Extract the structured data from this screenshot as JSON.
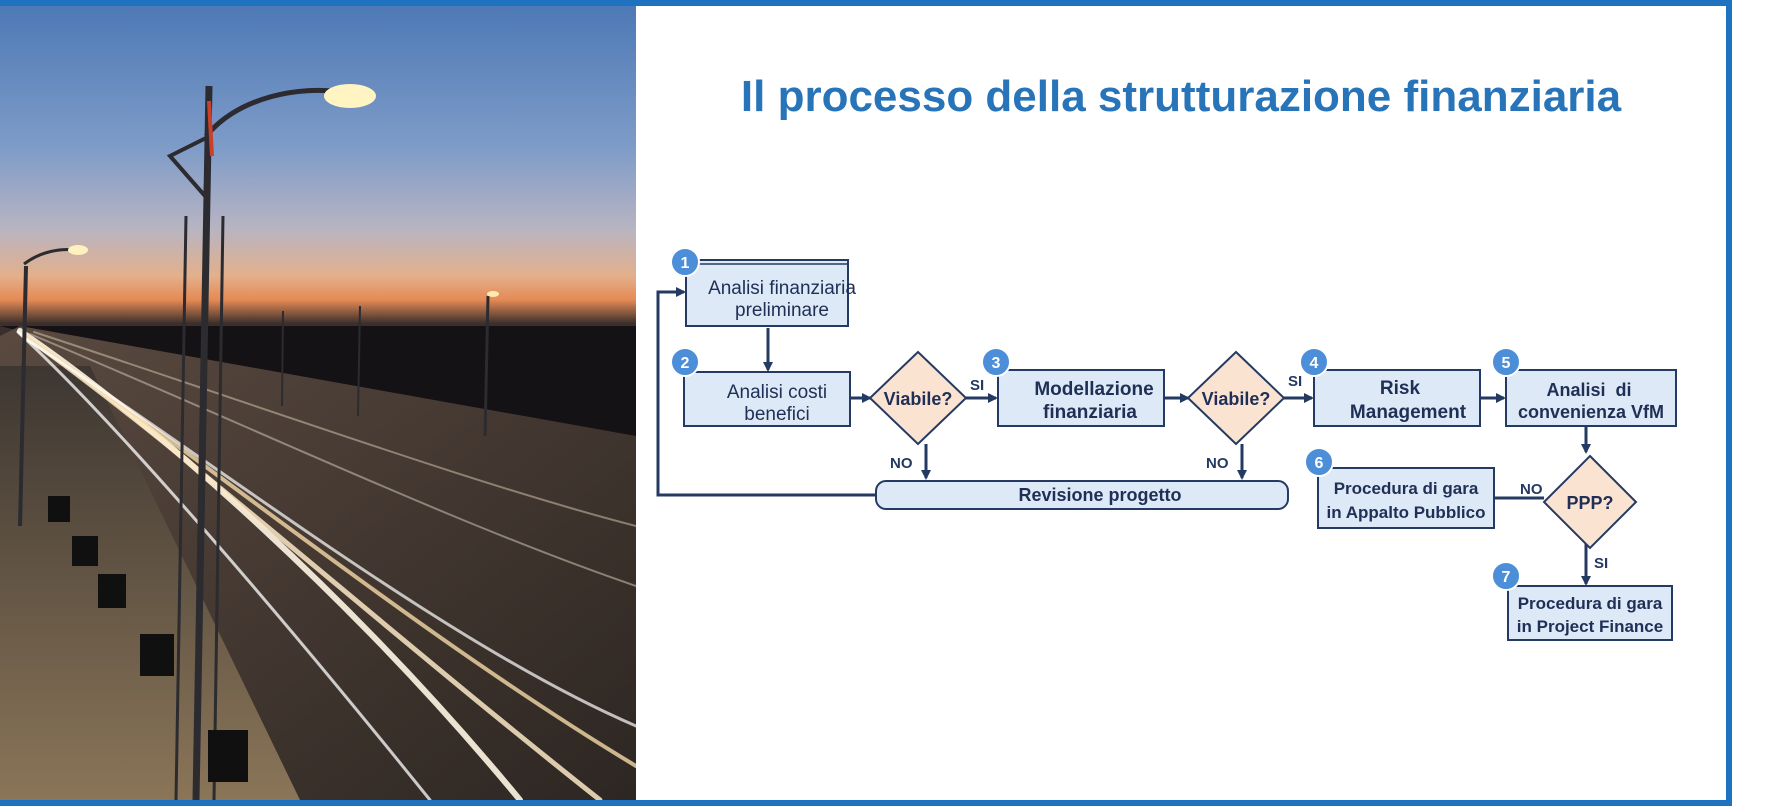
{
  "slide": {
    "title": "Il processo della strutturazione finanziaria"
  },
  "colors": {
    "frame": "#1f72c0",
    "title": "#2874b9",
    "box_fill": "#dde9f6",
    "diamond_fill": "#fbe3d2",
    "stroke": "#243a63",
    "badge": "#4c8fd8"
  },
  "flow": {
    "step1": {
      "number": "1",
      "line1": "Analisi finanziaria",
      "line2": "preliminare"
    },
    "step2": {
      "number": "2",
      "line1": "Analisi costi",
      "line2": "benefici"
    },
    "decision1": {
      "label": "Viabile?",
      "yes": "SI",
      "no": "NO"
    },
    "step3": {
      "number": "3",
      "line1": "Modellazione",
      "line2": "finanziaria"
    },
    "decision2": {
      "label": "Viabile?",
      "yes": "SI",
      "no": "NO"
    },
    "step4": {
      "number": "4",
      "line1": "Risk",
      "line2": "Management"
    },
    "step5": {
      "number": "5",
      "line1": "Analisi  di",
      "line2": "convenienza VfM"
    },
    "revision": {
      "label": "Revisione progetto"
    },
    "decision3": {
      "label": "PPP?",
      "yes": "SI",
      "no": "NO"
    },
    "step6": {
      "number": "6",
      "line1": "Procedura di gara",
      "line2": "in Appalto Pubblico"
    },
    "step7": {
      "number": "7",
      "line1": "Procedura di gara",
      "line2": "in Project Finance"
    }
  }
}
